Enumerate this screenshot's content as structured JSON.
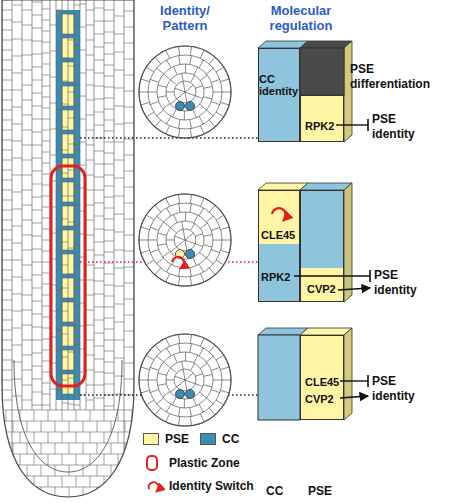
{
  "diagram": {
    "nodes": [
      {
        "text": [
          "CC identity"
        ]
      },
      {
        "text": [
          "RPK2"
        ]
      },
      {
        "text": [
          "CLE45",
          "RPK2"
        ]
      },
      {
        "text": [
          "CVP2"
        ]
      },
      {
        "text": [
          "CLE45",
          "CVP2"
        ]
      }
    ],
    "labels": [
      "Identity/ Pattern",
      "Molecular regulation",
      "PSE differentiation",
      "PSE identity",
      "PSE identity",
      "PSE identity",
      "CC",
      "PSE"
    ],
    "legend": [
      {
        "text": "PSE",
        "color": "#fff5a5"
      },
      {
        "text": "CC",
        "color": "#3a8db0"
      },
      {
        "text": "Plastic Zone"
      },
      {
        "text": "Identity Switch"
      }
    ]
  }
}
